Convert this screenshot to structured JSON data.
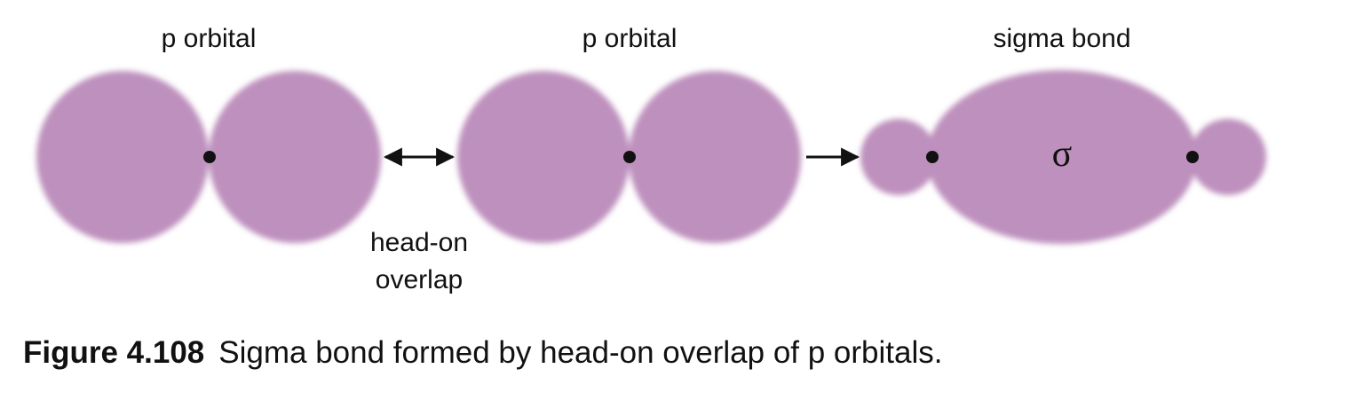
{
  "colors": {
    "orbital": "#be90bd",
    "orbital_edge": "#c9a4c8",
    "ink": "#111111"
  },
  "labels": {
    "orbital_1": "p orbital",
    "orbital_2": "p orbital",
    "sigma_bond": "sigma bond",
    "overlap_line1": "head-on",
    "overlap_line2": "overlap",
    "sigma_symbol": "σ"
  },
  "icons": {
    "double_arrow": "double-headed-arrow-icon",
    "forward_arrow": "right-arrow-icon",
    "nucleus": "dot-icon"
  },
  "caption": {
    "figure_label": "Figure 4.108",
    "text": "Sigma bond formed by head-on overlap of p orbitals."
  }
}
